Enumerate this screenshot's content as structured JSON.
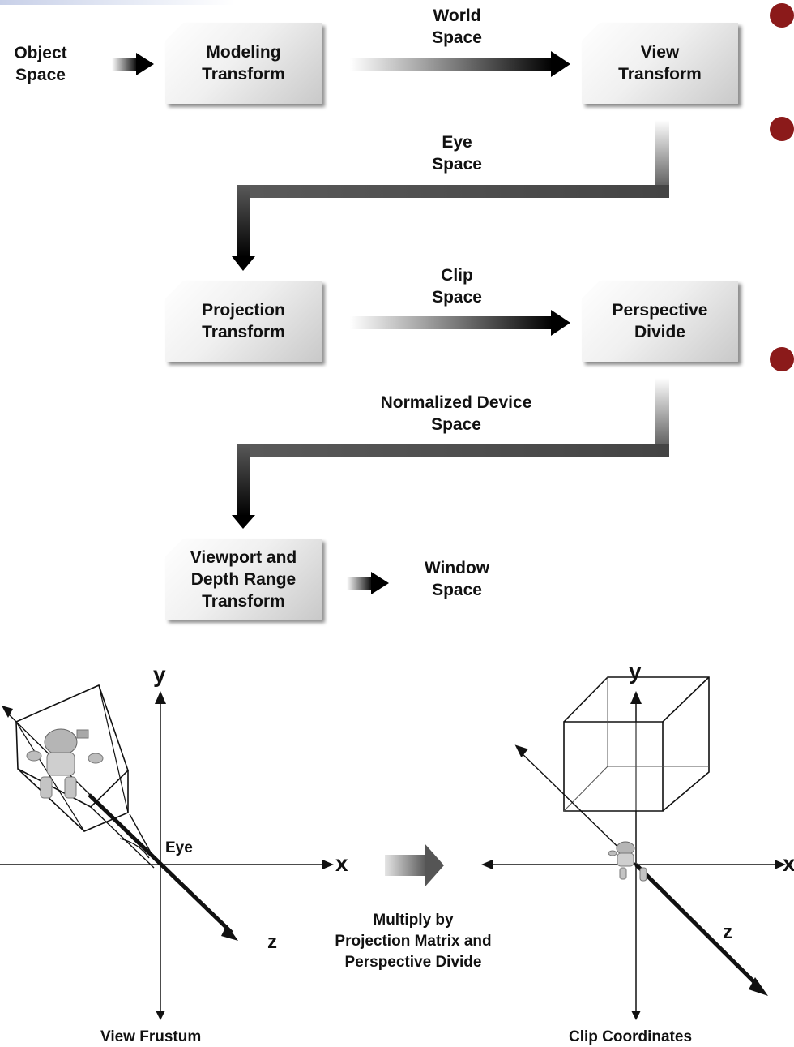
{
  "accent_color": "#8b1a1a",
  "pipeline": {
    "input_label": "Object\nSpace",
    "stages": [
      {
        "label": "Modeling\nTransform"
      },
      {
        "label": "View\nTransform"
      },
      {
        "label": "Projection\nTransform"
      },
      {
        "label": "Perspective\nDivide"
      },
      {
        "label": "Viewport and\nDepth Range\nTransform"
      }
    ],
    "spaces": {
      "world": "World\nSpace",
      "eye": "Eye\nSpace",
      "clip": "Clip\nSpace",
      "ndc": "Normalized Device\nSpace",
      "window": "Window\nSpace"
    }
  },
  "frustum_figure": {
    "y_axis": "y",
    "x_axis": "x",
    "z_axis": "z",
    "eye_label": "Eye",
    "caption": "View Frustum"
  },
  "transform_note": "Multiply by\nProjection Matrix and\nPerspective Divide",
  "clip_figure": {
    "y_axis": "y",
    "x_axis": "x",
    "z_axis": "z",
    "caption": "Clip Coordinates"
  },
  "icons": [
    "robot-model-icon",
    "robot-model-icon"
  ]
}
